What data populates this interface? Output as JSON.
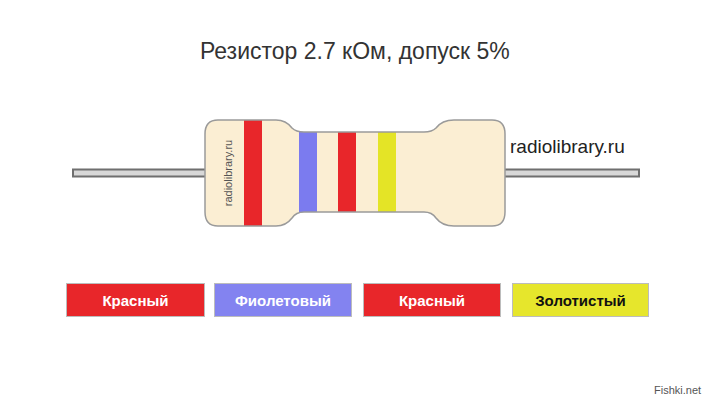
{
  "diagram": {
    "title": "Резистор 2.7 кОм, допуск 5%",
    "nodes": [
      {
        "text": [
          "Красный"
        ]
      },
      {
        "text": [
          "Фиолетовый"
        ]
      },
      {
        "text": [
          "Красный"
        ]
      },
      {
        "text": [
          "Золотистый"
        ]
      }
    ],
    "labels": [
      "radiolibrary.ru",
      "radiolibrary.ru",
      "Fishki.net"
    ]
  }
}
